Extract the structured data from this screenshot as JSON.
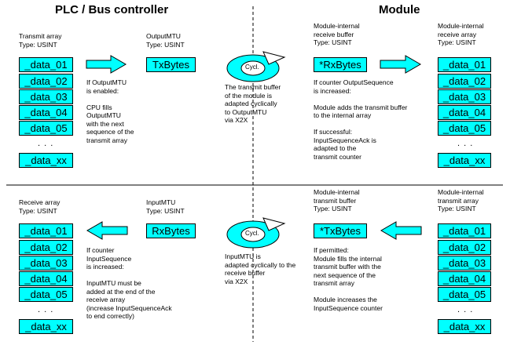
{
  "headers": {
    "left": "PLC / Bus controller",
    "right": "Module"
  },
  "top": {
    "tx_array_label": [
      "Transmit array",
      "Type: USINT"
    ],
    "output_mtu_label": [
      "OutputMTU",
      "Type: USINT"
    ],
    "output_mtu_box": "TxBytes",
    "cycl": "Cycl.",
    "rx_buffer_label": [
      "Module-internal",
      "receive buffer",
      "Type: USINT"
    ],
    "rx_buffer_box": "*RxBytes",
    "rx_array_label": [
      "Module-internal",
      "receive array",
      "Type: USINT"
    ],
    "note_plc": [
      "If OutputMTU",
      "is enabled:",
      "",
      "CPU fills",
      "OutputMTU",
      "with the next",
      "sequence of the",
      "transmit array"
    ],
    "note_middle": [
      "The transmit buffer",
      "of the module is",
      "adapted cyclically",
      "to OutputMTU",
      "via X2X"
    ],
    "note_module": [
      "If counter OutputSequence",
      "is increased:",
      "",
      "Module adds the transmit buffer",
      "to the internal array",
      "",
      "If successful:",
      "InputSequenceAck is",
      "adapted to the",
      "transmit counter"
    ]
  },
  "bottom": {
    "rx_array_label": [
      "Receive array",
      "Type: USINT"
    ],
    "input_mtu_label": [
      "InputMTU",
      "Type: USINT"
    ],
    "input_mtu_box": "RxBytes",
    "cycl": "Cycl.",
    "tx_buffer_label": [
      "Module-internal",
      "transmit buffer",
      "Type: USINT"
    ],
    "tx_buffer_box": "*TxBytes",
    "tx_array_label": [
      "Module-internal",
      "transmit array",
      "Type: USINT"
    ],
    "note_plc": [
      "If counter",
      "InputSequence",
      "is increased:",
      "",
      "InputMTU must be",
      "added at the end of the",
      "receive array",
      "(increase InputSequenceAck",
      "to end correctly)"
    ],
    "note_middle": [
      "InputMTU is",
      "adapted cyclically to the",
      "receive buffer",
      "via X2X"
    ],
    "note_module": [
      "If permitted:",
      "Module fills the internal",
      "transmit buffer with the",
      "next sequence of the",
      "transmit array",
      "",
      "Module increases the",
      "InputSequence counter"
    ]
  },
  "array_items": [
    "_data_01",
    "_data_02",
    "_data_03",
    "_data_04",
    "_data_05"
  ],
  "array_ellipsis": ". . .",
  "array_last": "_data_xx",
  "colors": {
    "box_fill": "#00ffff",
    "border": "#000000"
  }
}
